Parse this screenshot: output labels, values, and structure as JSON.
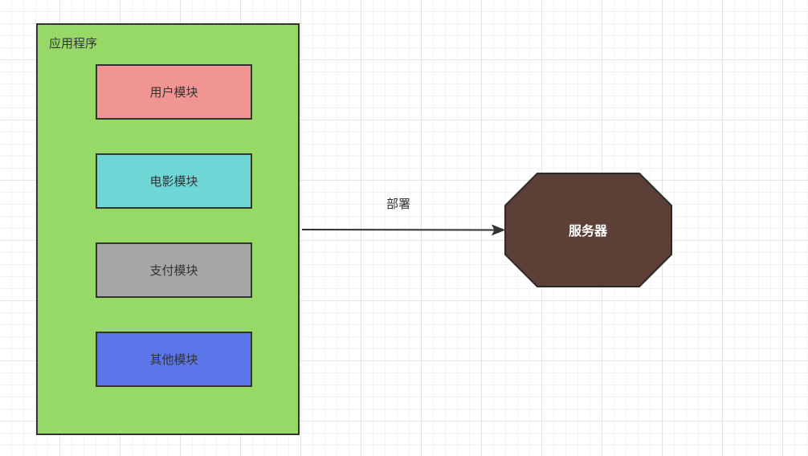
{
  "diagram": {
    "container": {
      "label": "应用程序",
      "fill": "#97d967"
    },
    "modules": [
      {
        "label": "用户模块",
        "fill": "#f19592"
      },
      {
        "label": "电影模块",
        "fill": "#6fd6d6"
      },
      {
        "label": "支付模块",
        "fill": "#a6a6a6"
      },
      {
        "label": "其他模块",
        "fill": "#5b76e8"
      }
    ],
    "edge": {
      "label": "部署"
    },
    "server": {
      "label": "服务器",
      "fill": "#5c3f37"
    }
  }
}
